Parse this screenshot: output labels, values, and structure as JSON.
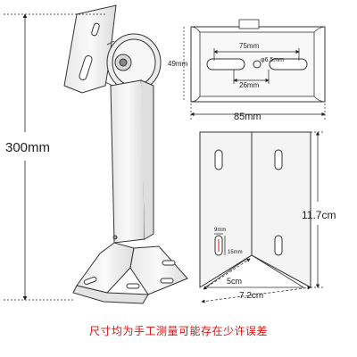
{
  "product_drawing": {
    "dimensions": {
      "total_height": "300mm",
      "plate_hole_spacing": "75mm",
      "plate_hole_diameter": "φ6.5mm",
      "plate_slot_length": "26mm",
      "plate_height": "49mm",
      "plate_width": "85mm",
      "base_height": "11.7cm",
      "base_slot_width": "9mm",
      "base_slot_length": "15mm",
      "base_fold_depth": "5cm",
      "base_width": "7.2cm"
    },
    "note": "尺寸均为手工测量可能存在少许误差"
  },
  "colors": {
    "line": "#222222",
    "metal_fill": "#f4f4f4",
    "note_text": "#e01010"
  }
}
